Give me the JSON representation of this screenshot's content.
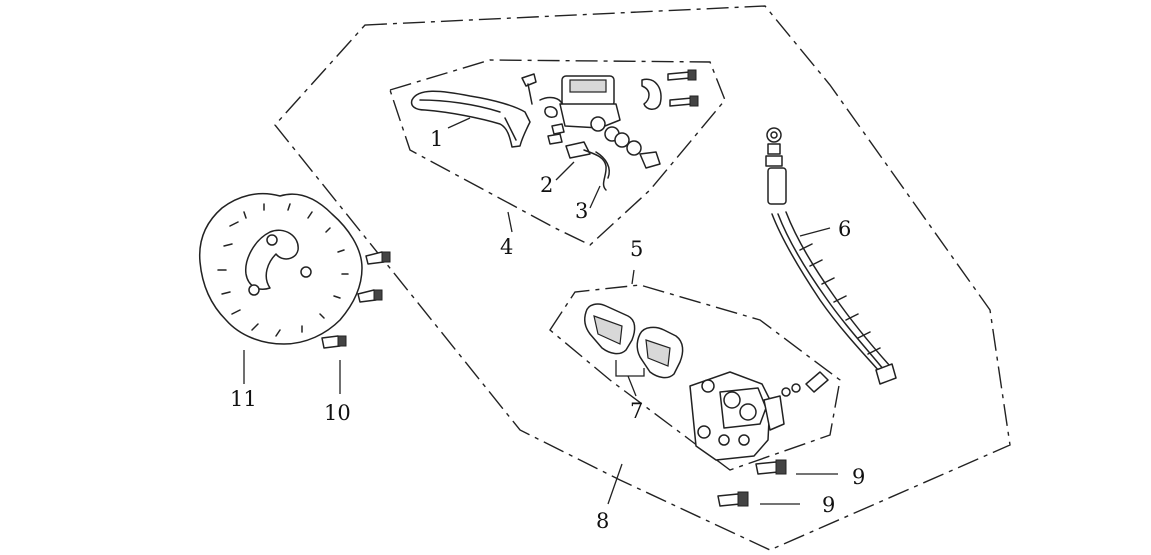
{
  "colors": {
    "line": "#222222",
    "background": "#ffffff",
    "shade": "#d8d8d8"
  },
  "callouts": [
    {
      "id": "1",
      "label": "1"
    },
    {
      "id": "2",
      "label": "2"
    },
    {
      "id": "3",
      "label": "3"
    },
    {
      "id": "4",
      "label": "4"
    },
    {
      "id": "5",
      "label": "5"
    },
    {
      "id": "6",
      "label": "6"
    },
    {
      "id": "7",
      "label": "7"
    },
    {
      "id": "8",
      "label": "8"
    },
    {
      "id": "9a",
      "label": "9"
    },
    {
      "id": "9b",
      "label": "9"
    },
    {
      "id": "10",
      "label": "10"
    },
    {
      "id": "11",
      "label": "11"
    }
  ]
}
